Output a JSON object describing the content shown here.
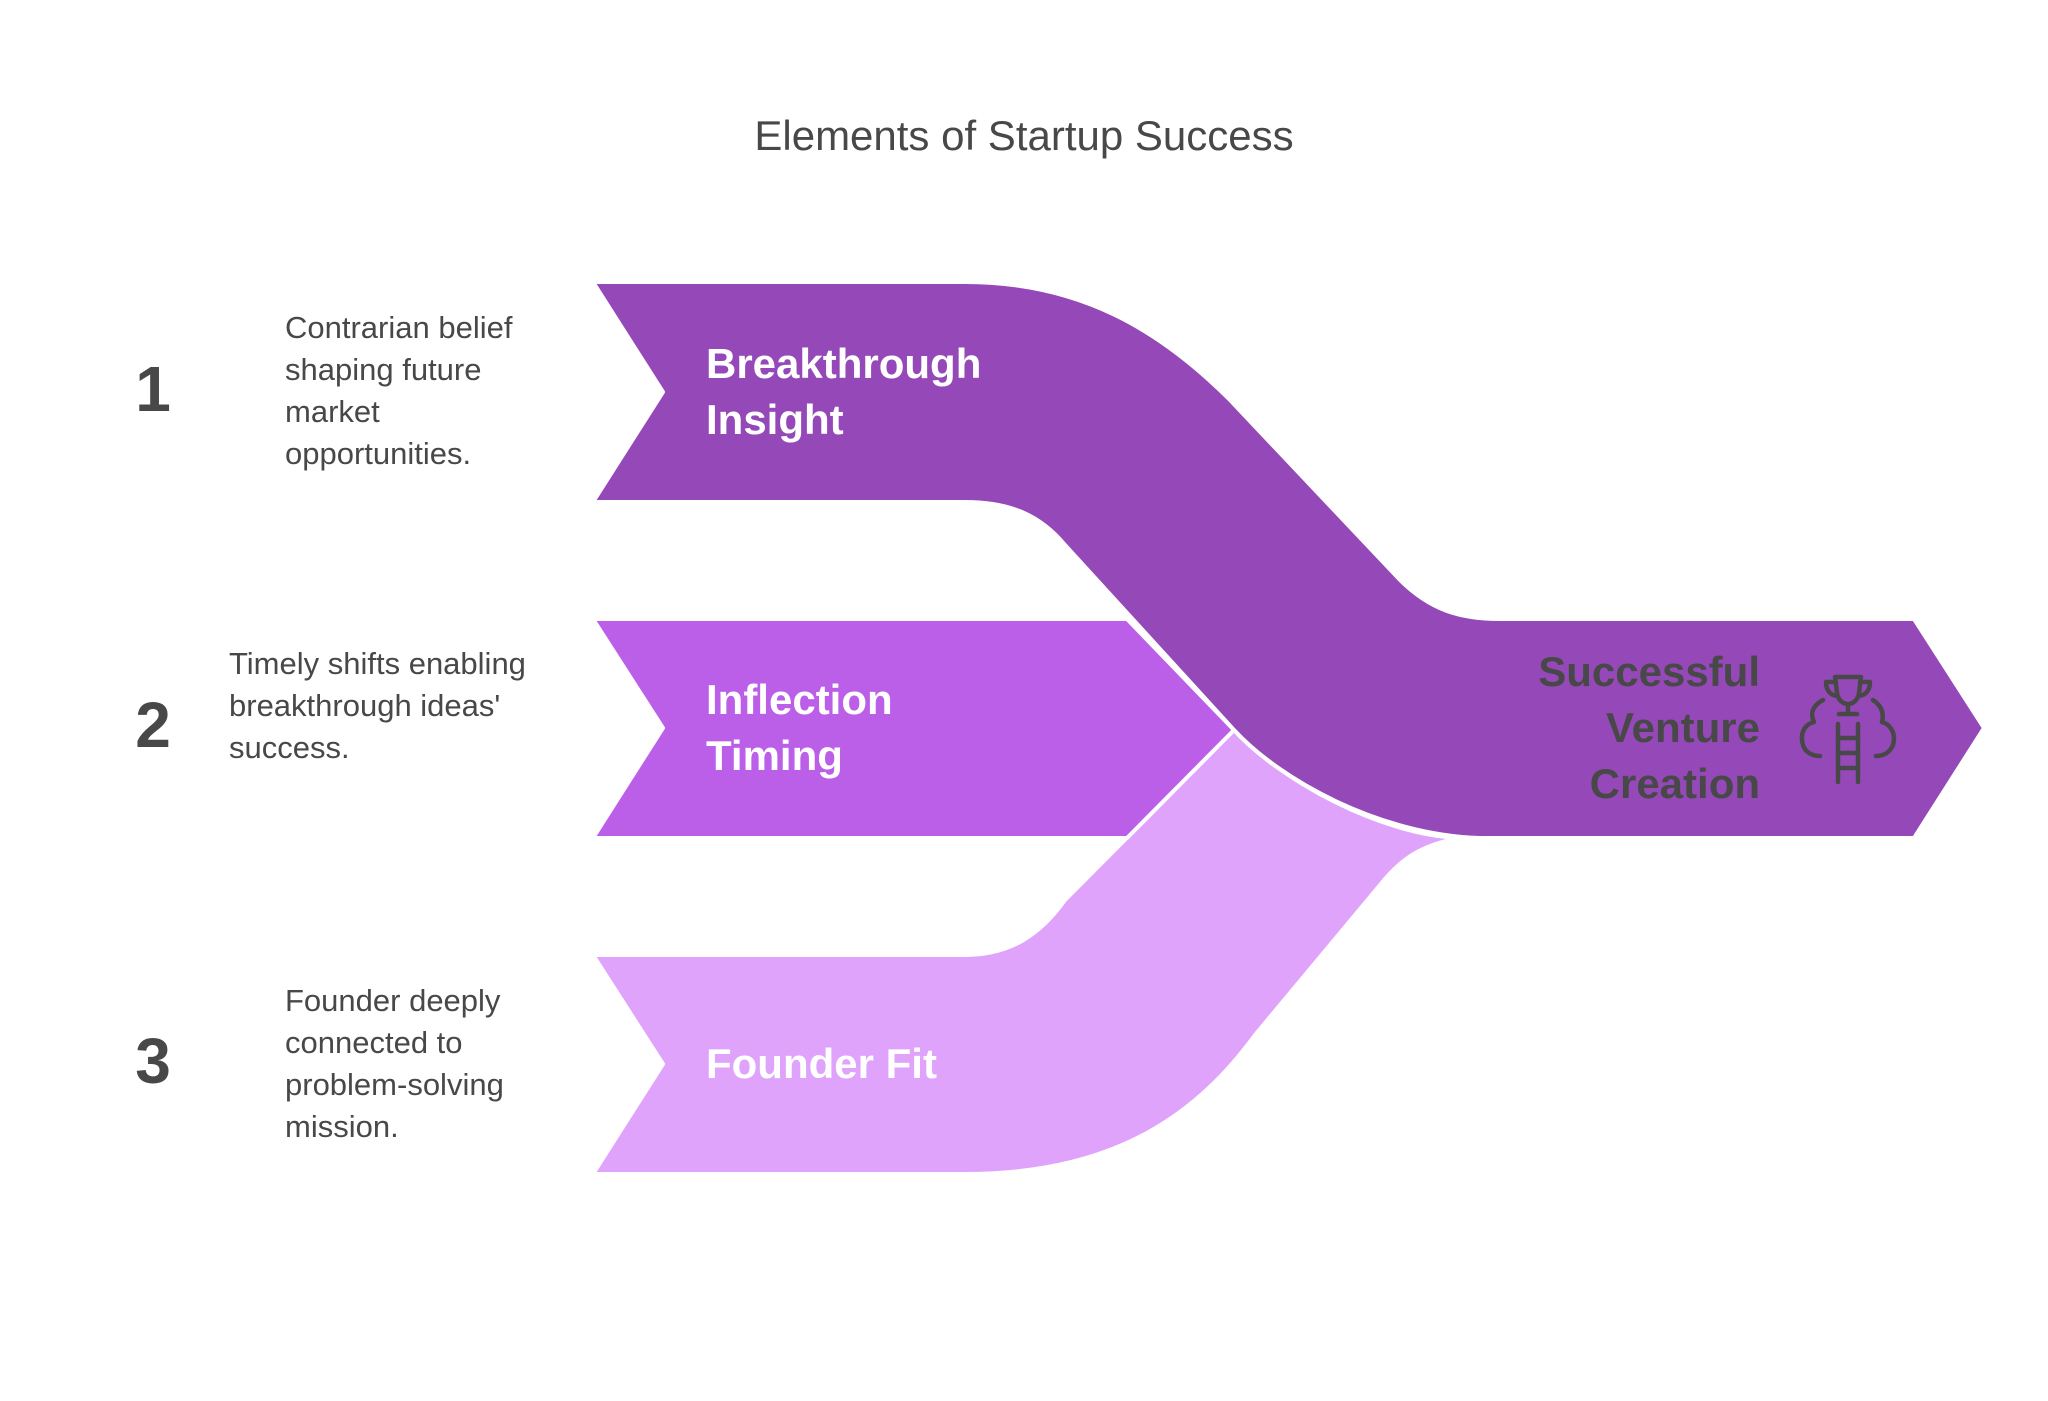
{
  "title": "Elements of Startup Success",
  "colors": {
    "band1": "#9549B8",
    "band2": "#BB5FE9",
    "band3": "#E0A3FC",
    "output": "#9549B8",
    "text_dark": "#484848",
    "text_light": "#FFFFFF"
  },
  "items": [
    {
      "number": "1",
      "description": "Contrarian belief shaping future market opportunities.",
      "label_line1": "Breakthrough",
      "label_line2": "Insight"
    },
    {
      "number": "2",
      "description": "Timely shifts enabling breakthrough ideas' success.",
      "label_line1": "Inflection",
      "label_line2": "Timing"
    },
    {
      "number": "3",
      "description": "Founder deeply connected to problem-solving mission.",
      "label_line1": "Founder Fit",
      "label_line2": ""
    }
  ],
  "output": {
    "line1": "Successful",
    "line2": "Venture",
    "line3": "Creation",
    "icon": "trophy-ladder-icon"
  }
}
